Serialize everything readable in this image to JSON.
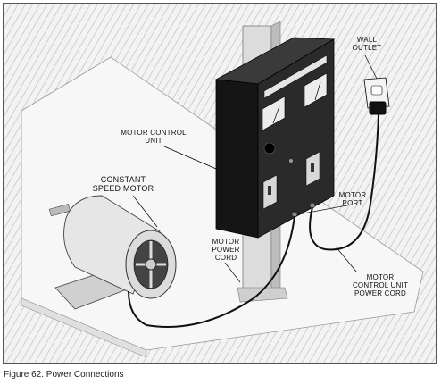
{
  "labels": {
    "wall_outlet": "WALL\nOUTLET",
    "motor_control_unit": "MOTOR CONTROL\nUNIT",
    "constant_speed_motor": "CONSTANT\nSPEED MOTOR",
    "motor_port": "MOTOR\nPORT",
    "motor_power_cord": "MOTOR\nPOWER\nCORD",
    "motor_control_unit_power_cord": "MOTOR\nCONTROL UNIT\nPOWER CORD"
  },
  "caption": "Figure 62. Power Connections",
  "colors": {
    "box": "#2a2a2a",
    "box_side": "#151515",
    "post": "#d8d8d8",
    "motor": "#e6e6e6",
    "cord": "#111111"
  }
}
